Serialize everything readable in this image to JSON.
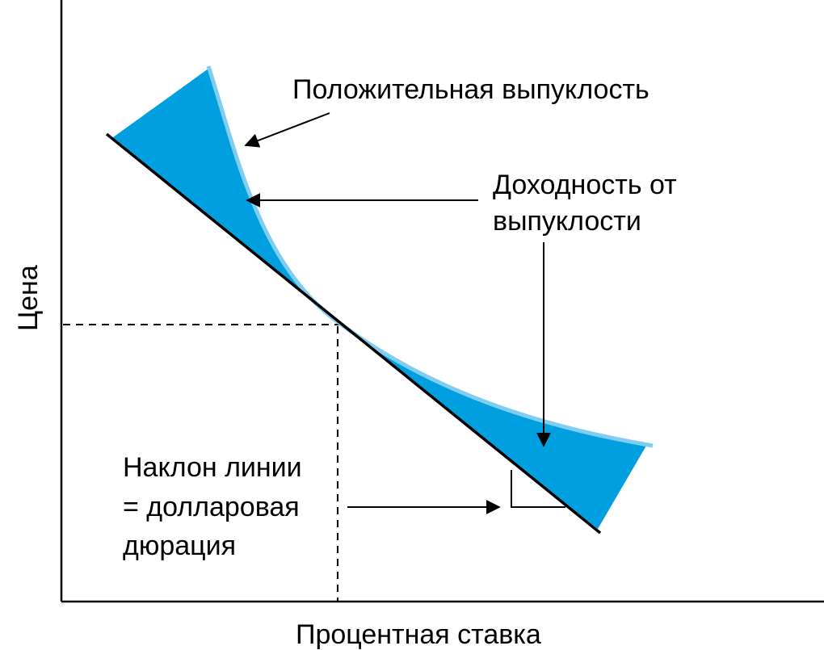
{
  "labels": {
    "y_axis": "Цена",
    "x_axis": "Процентная ставка",
    "positive_convexity": "Положительная выпуклость",
    "convexity_return_line1": "Доходность от",
    "convexity_return_line2": "выпуклости",
    "slope_line1": "Наклон линии",
    "slope_line2": "= долларовая",
    "slope_line3": "дюрация"
  },
  "colors": {
    "convexity_fill": "#009fdf",
    "curve_highlight": "#7fcdf0",
    "tangent_line": "#000000"
  }
}
